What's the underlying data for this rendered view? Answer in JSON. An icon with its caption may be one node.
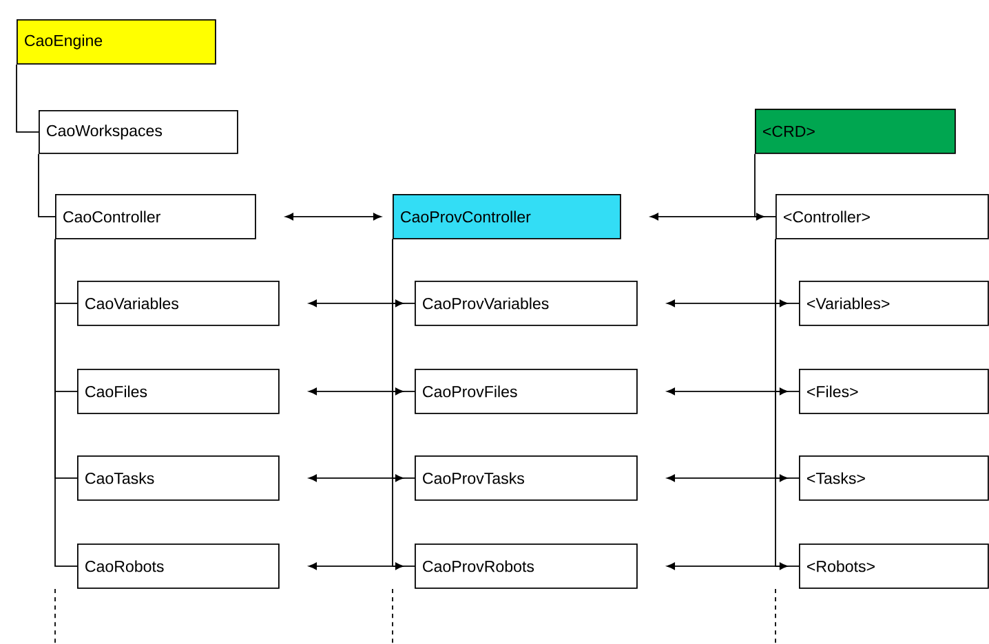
{
  "diagram": {
    "nodes": [
      {
        "text": [
          "CaoEngine"
        ]
      },
      {
        "text": [
          "CaoWorkspaces"
        ]
      },
      {
        "text": [
          "CaoController"
        ]
      },
      {
        "text": [
          "CaoVariables"
        ]
      },
      {
        "text": [
          "CaoFiles"
        ]
      },
      {
        "text": [
          "CaoTasks"
        ]
      },
      {
        "text": [
          "CaoRobots"
        ]
      },
      {
        "text": [
          "CaoProvController"
        ]
      },
      {
        "text": [
          "CaoProvVariables"
        ]
      },
      {
        "text": [
          "CaoProvFiles"
        ]
      },
      {
        "text": [
          "CaoProvTasks"
        ]
      },
      {
        "text": [
          "CaoProvRobots"
        ]
      },
      {
        "text": [
          "<CRD>"
        ]
      },
      {
        "text": [
          "<Controller>"
        ]
      },
      {
        "text": [
          "<Variables>"
        ]
      },
      {
        "text": [
          "<Files>"
        ]
      },
      {
        "text": [
          "<Tasks>"
        ]
      },
      {
        "text": [
          "<Robots>"
        ]
      }
    ],
    "edges": [
      {
        "from": 0,
        "to": 1,
        "arrow": "none"
      },
      {
        "from": 1,
        "to": 2,
        "arrow": "none"
      },
      {
        "from": 2,
        "to": 3,
        "arrow": "none"
      },
      {
        "from": 2,
        "to": 4,
        "arrow": "none"
      },
      {
        "from": 2,
        "to": 5,
        "arrow": "none"
      },
      {
        "from": 2,
        "to": 6,
        "arrow": "none"
      },
      {
        "from": 7,
        "to": 8,
        "arrow": "none"
      },
      {
        "from": 7,
        "to": 9,
        "arrow": "none"
      },
      {
        "from": 7,
        "to": 10,
        "arrow": "none"
      },
      {
        "from": 7,
        "to": 11,
        "arrow": "none"
      },
      {
        "from": 12,
        "to": 13,
        "arrow": "none"
      },
      {
        "from": 13,
        "to": 14,
        "arrow": "none"
      },
      {
        "from": 13,
        "to": 15,
        "arrow": "none"
      },
      {
        "from": 13,
        "to": 16,
        "arrow": "none"
      },
      {
        "from": 13,
        "to": 17,
        "arrow": "none"
      },
      {
        "from": 2,
        "to": 7,
        "arrow": "both"
      },
      {
        "from": 7,
        "to": 13,
        "arrow": "both"
      },
      {
        "from": 3,
        "to": 8,
        "arrow": "both"
      },
      {
        "from": 8,
        "to": 14,
        "arrow": "both"
      },
      {
        "from": 4,
        "to": 9,
        "arrow": "both"
      },
      {
        "from": 9,
        "to": 15,
        "arrow": "both"
      },
      {
        "from": 5,
        "to": 10,
        "arrow": "both"
      },
      {
        "from": 10,
        "to": 16,
        "arrow": "both"
      },
      {
        "from": 6,
        "to": 11,
        "arrow": "both"
      },
      {
        "from": 11,
        "to": 17,
        "arrow": "both"
      }
    ]
  }
}
